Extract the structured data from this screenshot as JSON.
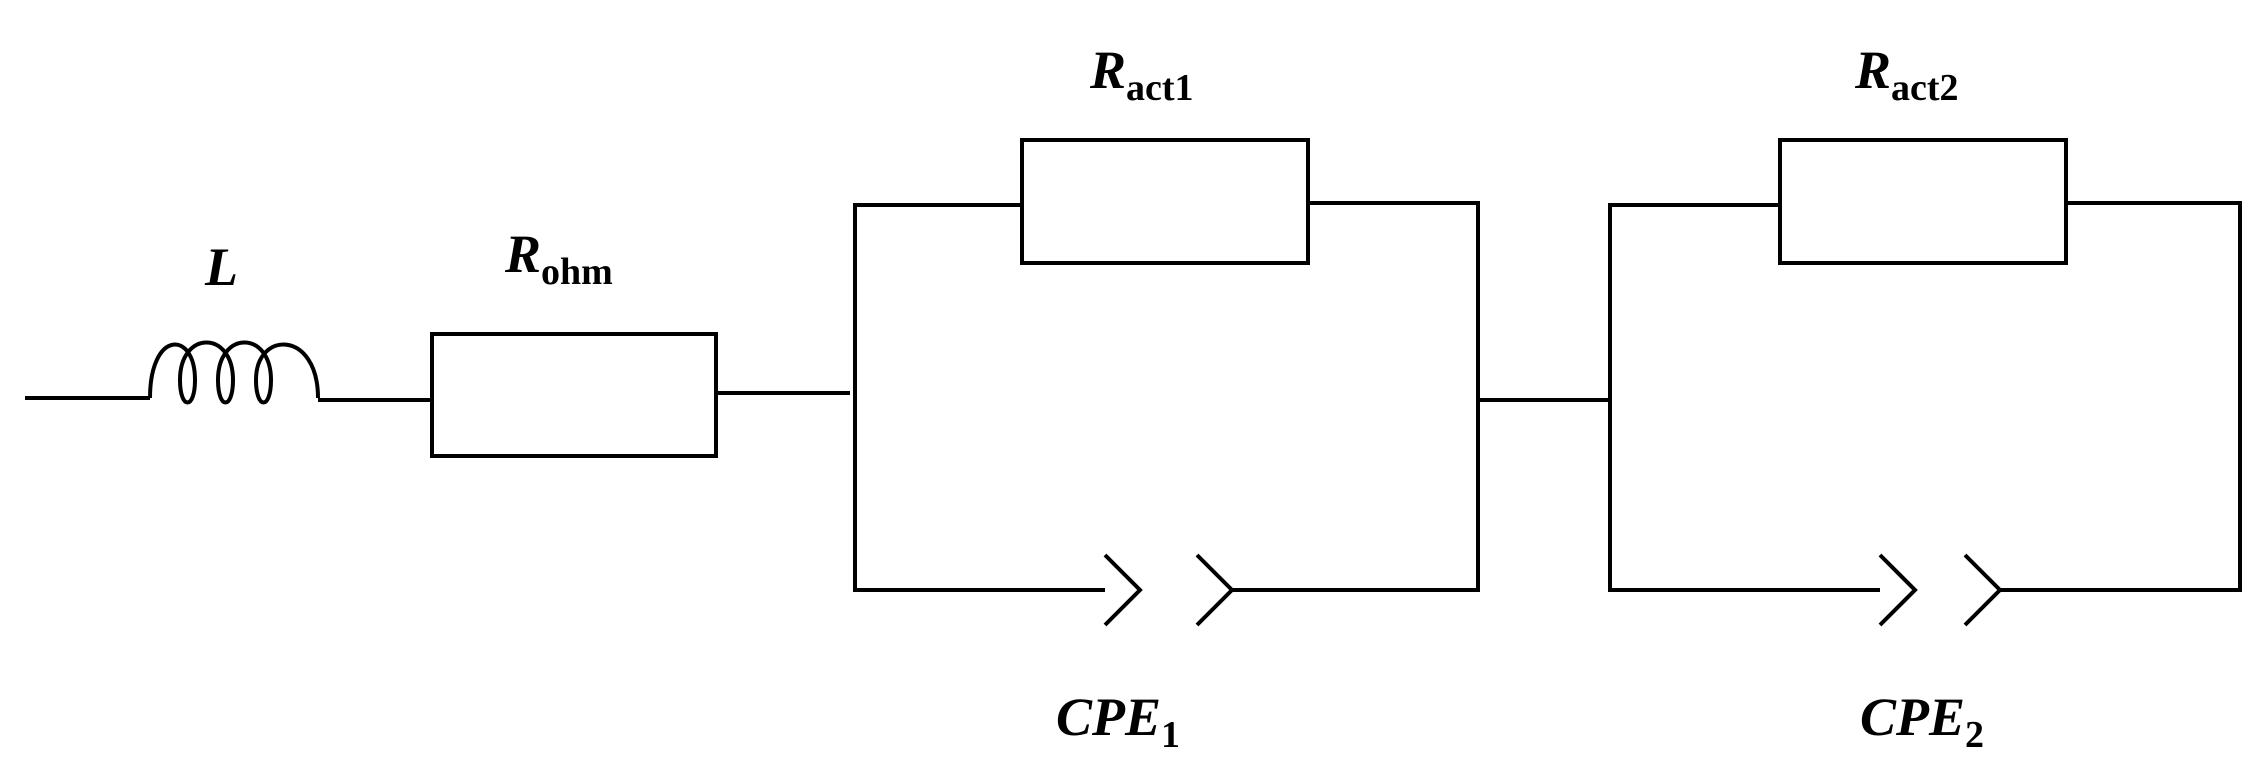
{
  "diagram": {
    "type": "equivalent-circuit",
    "colors": {
      "line": "#000000",
      "background": "#ffffff"
    },
    "components": [
      {
        "id": "L",
        "kind": "inductor",
        "label_main": "L",
        "label_sub": ""
      },
      {
        "id": "Rohm",
        "kind": "resistor",
        "label_main": "R",
        "label_sub": "ohm"
      },
      {
        "id": "Ract1",
        "kind": "resistor",
        "label_main": "R",
        "label_sub": "act1"
      },
      {
        "id": "CPE1",
        "kind": "constant-phase-element",
        "label_main": "CPE",
        "label_sub": "1"
      },
      {
        "id": "Ract2",
        "kind": "resistor",
        "label_main": "R",
        "label_sub": "act2"
      },
      {
        "id": "CPE2",
        "kind": "constant-phase-element",
        "label_main": "CPE",
        "label_sub": "2"
      }
    ],
    "topology": "L - Rohm - (Ract1 || CPE1) - (Ract2 || CPE2)"
  }
}
